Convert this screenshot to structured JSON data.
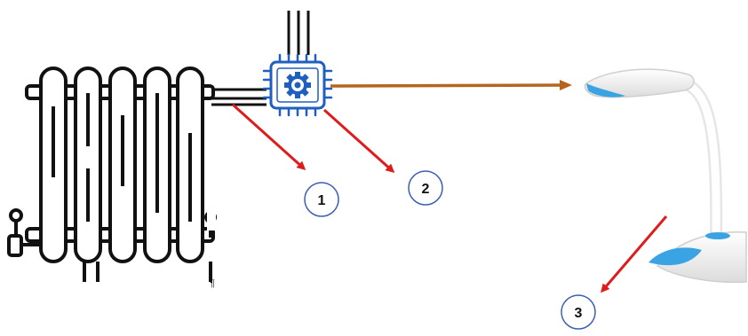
{
  "diagram": {
    "callouts": [
      {
        "label": "1"
      },
      {
        "label": "2"
      },
      {
        "label": "3"
      }
    ],
    "icons": {
      "radiator": "radiator-icon",
      "chip": "microchip-gear-icon",
      "lamp": "desk-lamp-icon"
    },
    "colors": {
      "callout_arrow": "#e01b1b",
      "signal_arrow": "#b5651d",
      "chip_blue": "#1f5fbf",
      "lamp_accent": "#3aa3e3",
      "callout_circle": "#3a5fb5"
    }
  }
}
